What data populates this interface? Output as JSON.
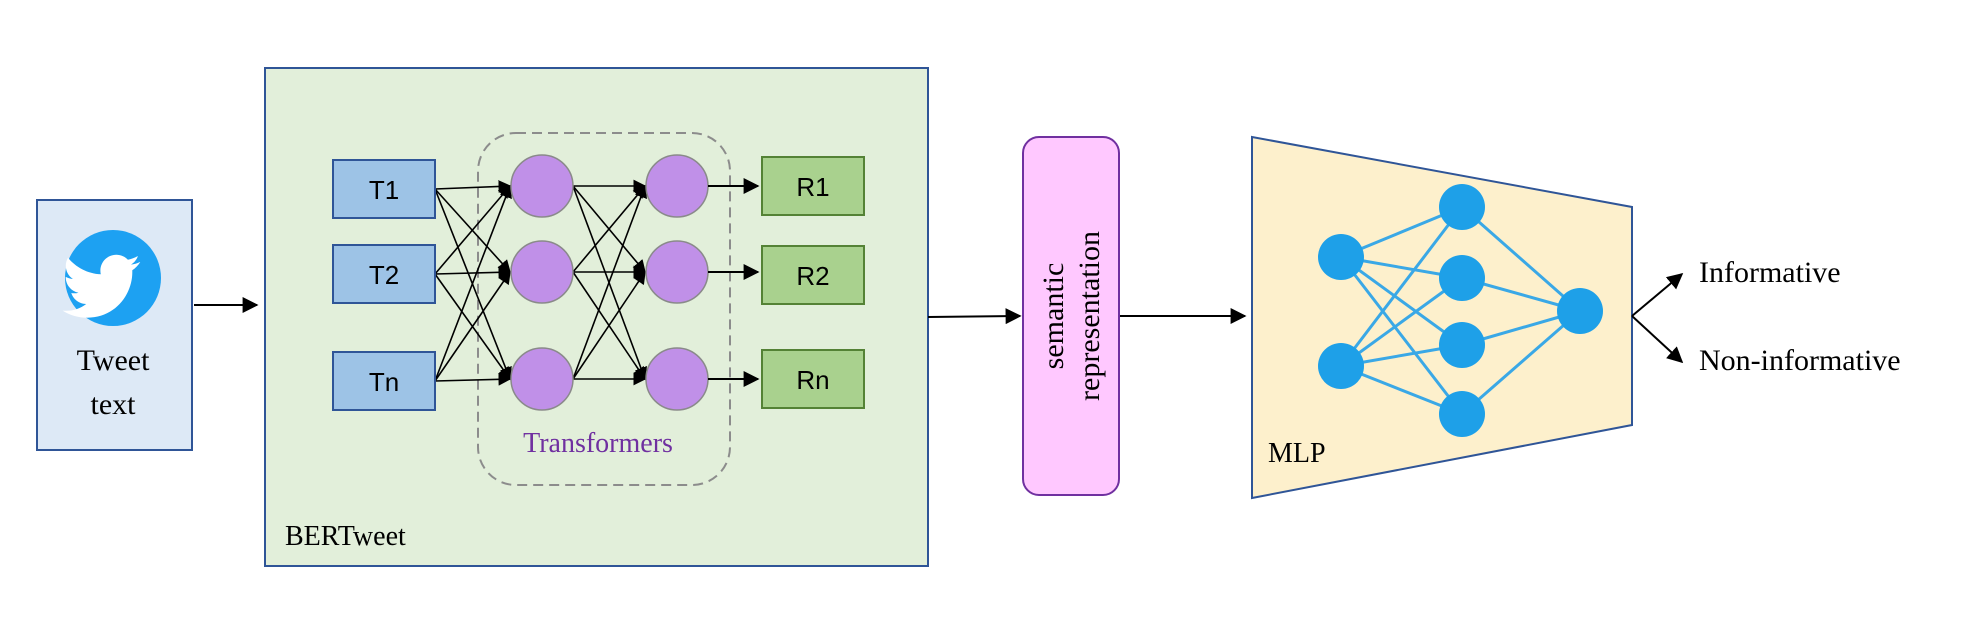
{
  "input": {
    "line1": "Tweet",
    "line2": "text",
    "icon": "twitter-bird-icon"
  },
  "encoder": {
    "label": "BERTweet",
    "transformers_label": "Transformers"
  },
  "tokens": [
    "T1",
    "T2",
    "Tn"
  ],
  "outputs": [
    "R1",
    "R2",
    "Rn"
  ],
  "representation": {
    "line1": "semantic",
    "line2": "representation"
  },
  "classifier": {
    "label": "MLP"
  },
  "classes": [
    "Informative",
    "Non-informative"
  ],
  "colors": {
    "input_fill": "#dde9f6",
    "input_stroke": "#2f5597",
    "encoder_fill": "#e2efda",
    "encoder_stroke": "#2f5597",
    "token_fill": "#9dc3e6",
    "token_stroke": "#2f5597",
    "node_fill": "#c090e8",
    "node_stroke": "#8a8a8a",
    "output_fill": "#a9d18e",
    "output_stroke": "#548235",
    "repr_fill": "#ffc8ff",
    "repr_stroke": "#7030a0",
    "mlp_fill": "#fdf0cc",
    "mlp_stroke": "#2f5597",
    "mlp_node": "#1ea0e8",
    "twitter_blue": "#1da1f2",
    "transformers_text": "#7030a0"
  }
}
